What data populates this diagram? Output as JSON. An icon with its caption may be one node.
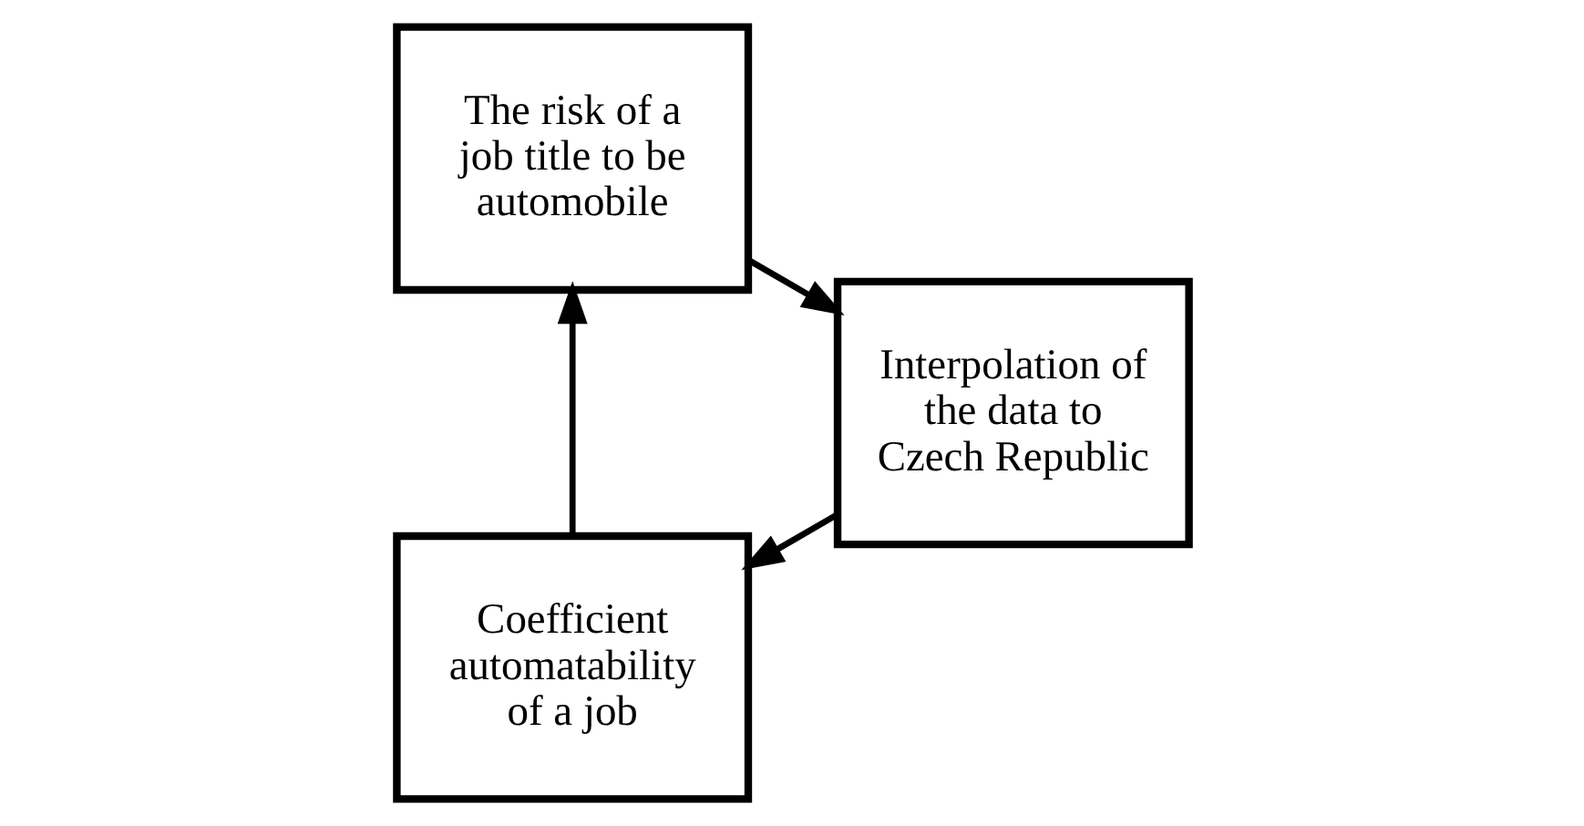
{
  "diagram": {
    "nodes": [
      {
        "text": [
          "Coefficient automatability of a job"
        ]
      },
      {
        "text": [
          "The risk of a job title to be automobile"
        ]
      },
      {
        "text": [
          "Interpolation of the data to Czech Republic"
        ]
      }
    ],
    "edges": [
      {
        "from": 0,
        "to": 1,
        "arrow": "to"
      },
      {
        "from": 1,
        "to": 2,
        "arrow": "to"
      },
      {
        "from": 2,
        "to": 0,
        "arrow": "to"
      }
    ]
  }
}
